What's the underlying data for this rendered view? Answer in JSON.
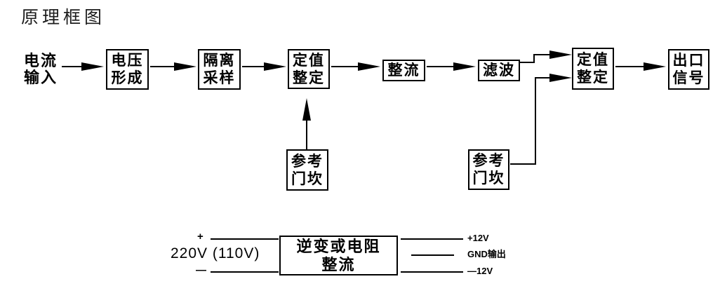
{
  "title": "原理框图",
  "colors": {
    "ink": "#000000",
    "paper": "#ffffff"
  },
  "flow": {
    "input": "电流\n输入",
    "boxes": {
      "voltage_formation": "电压\n形成",
      "isolation_sampling": "隔离\n采样",
      "setting_adjust_1": "定值\n整定",
      "rectifier": "整流",
      "filter": "滤波",
      "setting_adjust_2": "定值\n整定",
      "output_signal": "出口\n信号",
      "reference_threshold_1": "参考\n门坎",
      "reference_threshold_2": "参考\n门坎"
    }
  },
  "power": {
    "plus": "+",
    "minus": "—",
    "source": "220V (110V)",
    "converter": "逆变或电阻\n整流",
    "outputs": [
      "+12V",
      "GND输出",
      "—12V"
    ]
  }
}
